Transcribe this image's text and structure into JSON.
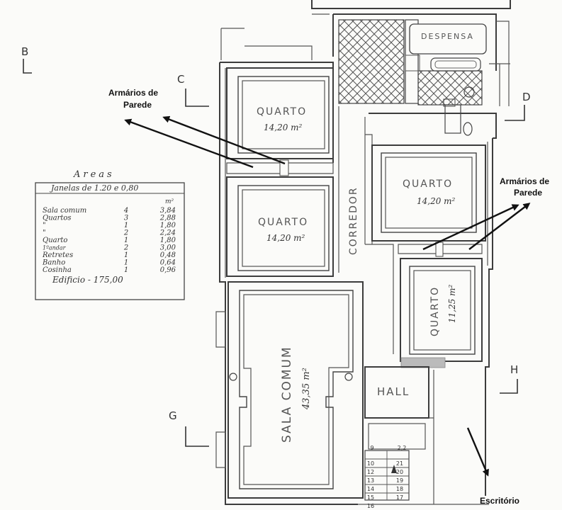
{
  "rooms": {
    "despensa": "DESPENSA",
    "quarto_top_left": "QUARTO",
    "quarto_top_left_area": "14,20 m²",
    "quarto_mid_left": "QUARTO",
    "quarto_mid_left_area": "14,20 m²",
    "quarto_right": "QUARTO",
    "quarto_right_area": "14,20 m²",
    "quarto_small": "QUARTO",
    "quarto_small_area": "11,25 m²",
    "corredor": "CORREDOR",
    "sala_comum": "SALA COMUM",
    "sala_comum_area": "43,35 m²",
    "hall": "HALL"
  },
  "sections": {
    "b": "B",
    "c": "C",
    "d": "D",
    "g": "G",
    "h": "H"
  },
  "annotations": {
    "armarios_left_line1": "Armários de",
    "armarios_left_line2": "Parede",
    "armarios_right_line1": "Armários de",
    "armarios_right_line2": "Parede",
    "escritorio": "Escritório"
  },
  "areas_table": {
    "title": "Areas",
    "subtitle": "Janelas de 1.20 e 0,80",
    "unit": "m²",
    "rows": [
      {
        "label": "Sala comum",
        "qty": "4",
        "value": "3,84"
      },
      {
        "label": "Quartos",
        "qty": "3",
        "value": "2,88"
      },
      {
        "label": "\"",
        "qty": "1",
        "value": "1,80"
      },
      {
        "label": "\"",
        "qty": "2",
        "value": "2,24"
      },
      {
        "label": "Quarto",
        "qty": "1",
        "value": "1,80"
      },
      {
        "label": "1ºandar",
        "qty": "2",
        "value": "3,00"
      },
      {
        "label": "Retretes",
        "qty": "1",
        "value": "0,48"
      },
      {
        "label": "Banho",
        "qty": "1",
        "value": "0,64"
      },
      {
        "label": "Cosinha",
        "qty": "1",
        "value": "0,96"
      }
    ],
    "total": "Edificio - 175,00"
  },
  "stair_numbers": [
    "9",
    "2,2",
    "10",
    "21",
    "12",
    "20",
    "13",
    "19",
    "14",
    "18",
    "15",
    "17",
    "16"
  ]
}
